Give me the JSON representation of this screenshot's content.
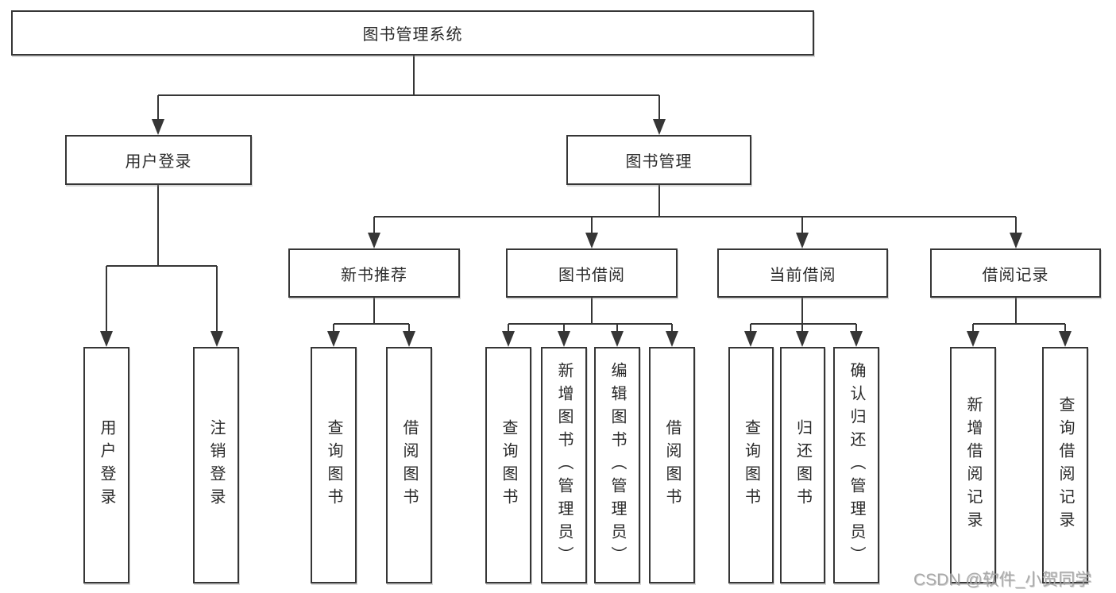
{
  "root": {
    "label": "图书管理系统"
  },
  "level1": [
    {
      "label": "用户登录"
    },
    {
      "label": "图书管理"
    }
  ],
  "level2": [
    {
      "label": "新书推荐"
    },
    {
      "label": "图书借阅"
    },
    {
      "label": "当前借阅"
    },
    {
      "label": "借阅记录"
    }
  ],
  "level3_groups": [
    {
      "parent": "用户登录",
      "items": [
        {
          "label": "用户登录"
        },
        {
          "label": "注销登录"
        }
      ]
    },
    {
      "parent": "新书推荐",
      "items": [
        {
          "label": "查询图书"
        },
        {
          "label": "借阅图书"
        }
      ]
    },
    {
      "parent": "图书借阅",
      "items": [
        {
          "label": "查询图书"
        },
        {
          "label": "新增图书（管理员）"
        },
        {
          "label": "编辑图书（管理员）"
        },
        {
          "label": "借阅图书"
        }
      ]
    },
    {
      "parent": "当前借阅",
      "items": [
        {
          "label": "查询图书"
        },
        {
          "label": "归还图书"
        },
        {
          "label": "确认归还（管理员）"
        }
      ]
    },
    {
      "parent": "借阅记录",
      "items": [
        {
          "label": "新增借阅记录"
        },
        {
          "label": "查询借阅记录"
        }
      ]
    }
  ],
  "watermark": {
    "text": "CSDN @软件_小贺同学"
  },
  "colors": {
    "line": "#363636",
    "text": "#2b2b2b",
    "watermark": "#a4a4a4",
    "background": "#ffffff"
  }
}
